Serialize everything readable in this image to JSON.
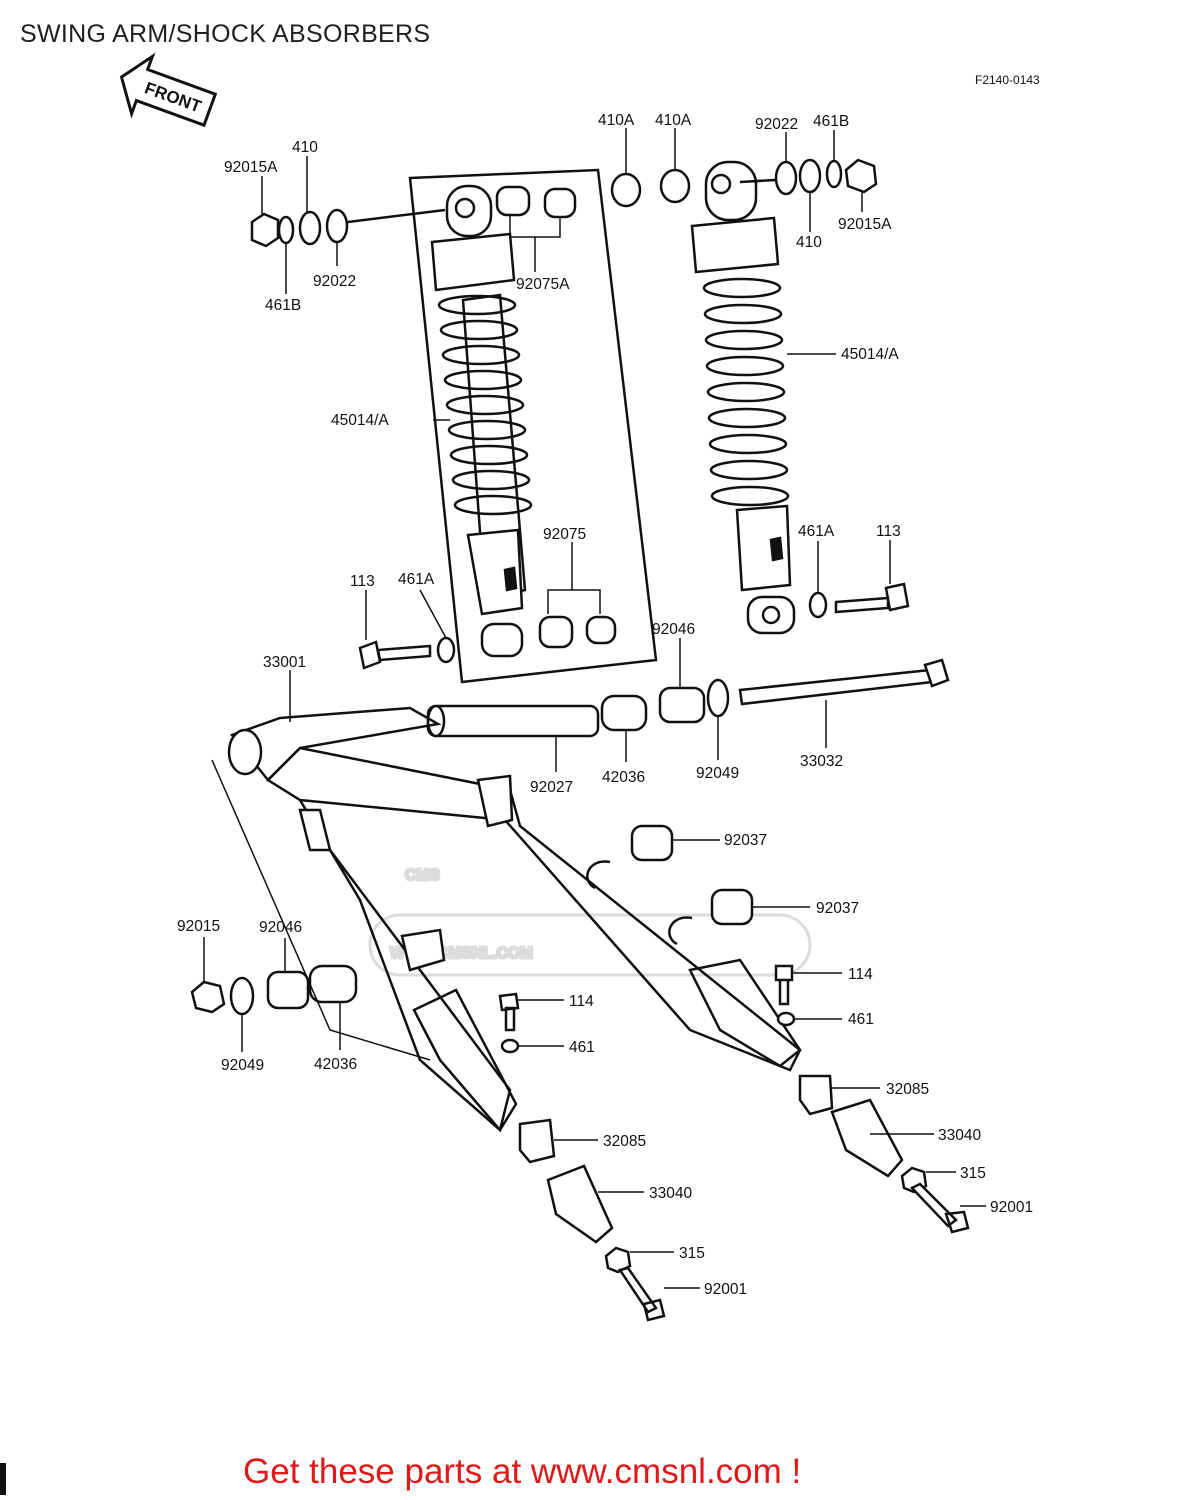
{
  "title": "SWING ARM/SHOCK ABSORBERS",
  "diagram_code": "F2140-0143",
  "front_label": "FRONT",
  "watermark": {
    "line1": "CMS",
    "line2": "WWW.CMSNL.COM"
  },
  "part_labels": {
    "p92015A_l": "92015A",
    "p410_l": "410",
    "p461B_l": "461B",
    "p92022_l": "92022",
    "p92075A": "92075A",
    "p45014A_l": "45014/A",
    "p410A_1": "410A",
    "p410A_2": "410A",
    "p92022_r": "92022",
    "p461B_r": "461B",
    "p410_r": "410",
    "p92015A_r": "92015A",
    "p45014A_r": "45014/A",
    "p461A_r": "461A",
    "p113_r": "113",
    "p92075": "92075",
    "p113_l": "113",
    "p461A_l": "461A",
    "p33001": "33001",
    "p92046_top": "92046",
    "p92027": "92027",
    "p42036_top": "42036",
    "p92049_top": "92049",
    "p33032": "33032",
    "p92037_1": "92037",
    "p92037_2": "92037",
    "p92015": "92015",
    "p92046_left": "92046",
    "p92049_left": "92049",
    "p42036_left": "42036",
    "p114_r": "114",
    "p461_r": "461",
    "p114_l": "114",
    "p461_l": "461",
    "p32085_r": "32085",
    "p33040_r": "33040",
    "p315_r": "315",
    "p92001_r": "92001",
    "p32085_l": "32085",
    "p33040_l": "33040",
    "p315_l": "315",
    "p92001_l": "92001"
  },
  "footer": "Get these parts at www.cmsnl.com !",
  "colors": {
    "footer": "#e01818",
    "ink": "#111111",
    "watermark": "#dcdcdc"
  }
}
